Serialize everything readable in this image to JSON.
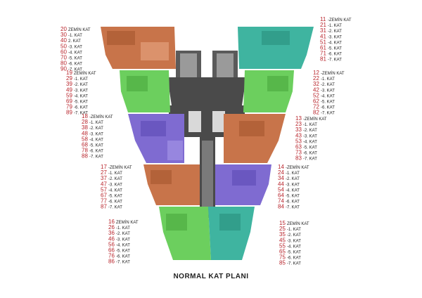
{
  "title": "NORMAL KAT PLANI",
  "colors": {
    "core": "#4a4a4a",
    "orange": "#c8744a",
    "green": "#6ccf5e",
    "purple": "#7f6bd1",
    "teal": "#3fb4a0",
    "label_red": "#b8232a",
    "floor_text": "#222222"
  },
  "stacks": [
    {
      "id": "left-1",
      "color": "orange",
      "entries": [
        {
          "num": "20",
          "floor": "ZEMİN KAT"
        },
        {
          "num": "30",
          "floor": "-1. KAT"
        },
        {
          "num": "40",
          "floor": "2. KAT"
        },
        {
          "num": "50",
          "floor": "-3. KAT"
        },
        {
          "num": "60",
          "floor": "-4. KAT"
        },
        {
          "num": "70",
          "floor": "-5. KAT"
        },
        {
          "num": "80",
          "floor": "-6. KAT"
        },
        {
          "num": "90",
          "floor": "-7. KAT"
        }
      ]
    },
    {
      "id": "left-2",
      "color": "green",
      "entries": [
        {
          "num": "19",
          "floor": "ZEMİN KAT"
        },
        {
          "num": "29",
          "floor": "-1. KAT"
        },
        {
          "num": "39",
          "floor": "-2. KAT"
        },
        {
          "num": "49",
          "floor": "-3. KAT"
        },
        {
          "num": "59",
          "floor": "-4. KAT"
        },
        {
          "num": "69",
          "floor": "-5. KAT"
        },
        {
          "num": "79",
          "floor": "-6. KAT"
        },
        {
          "num": "89",
          "floor": "-7. KAT"
        }
      ]
    },
    {
      "id": "left-3",
      "color": "purple",
      "entries": [
        {
          "num": "18",
          "floor": "-ZEMİN KAT"
        },
        {
          "num": "28",
          "floor": "-1. KAT"
        },
        {
          "num": "38",
          "floor": "-2. KAT"
        },
        {
          "num": "48",
          "floor": "-3. KAT"
        },
        {
          "num": "58",
          "floor": "-4. KAT"
        },
        {
          "num": "68",
          "floor": "-5. KAT"
        },
        {
          "num": "78",
          "floor": "-6. KAT"
        },
        {
          "num": "88",
          "floor": "-7. KAT"
        }
      ]
    },
    {
      "id": "left-4",
      "color": "orange",
      "entries": [
        {
          "num": "17",
          "floor": "-ZEMİN KAT"
        },
        {
          "num": "27",
          "floor": "-1. KAT"
        },
        {
          "num": "37",
          "floor": "-2. KAT"
        },
        {
          "num": "47",
          "floor": "-3. KAT"
        },
        {
          "num": "57",
          "floor": "-4. KAT"
        },
        {
          "num": "67",
          "floor": "-5. KAT"
        },
        {
          "num": "77",
          "floor": "-6. KAT"
        },
        {
          "num": "87",
          "floor": "-7. KAT"
        }
      ]
    },
    {
      "id": "left-5",
      "color": "green",
      "entries": [
        {
          "num": "16",
          "floor": "ZEMİN KAT"
        },
        {
          "num": "26",
          "floor": "-1. KAT"
        },
        {
          "num": "36",
          "floor": "-2. KAT"
        },
        {
          "num": "46",
          "floor": "-3. KAT"
        },
        {
          "num": "56",
          "floor": "-4. KAT"
        },
        {
          "num": "66",
          "floor": "-5. KAT"
        },
        {
          "num": "76",
          "floor": "-6. KAT"
        },
        {
          "num": "86",
          "floor": "-7. KAT"
        }
      ]
    },
    {
      "id": "right-1",
      "color": "teal",
      "entries": [
        {
          "num": "11",
          "floor": "-ZEMİN KAT"
        },
        {
          "num": "21",
          "floor": "-1. KAT"
        },
        {
          "num": "31",
          "floor": "-2. KAT"
        },
        {
          "num": "41",
          "floor": "-3. KAT"
        },
        {
          "num": "51",
          "floor": "-4. KAT"
        },
        {
          "num": "61",
          "floor": "-5. KAT"
        },
        {
          "num": "71",
          "floor": "-6. KAT"
        },
        {
          "num": "81",
          "floor": "-7. KAT"
        }
      ]
    },
    {
      "id": "right-2",
      "color": "green",
      "entries": [
        {
          "num": "12",
          "floor": "-ZEMİN KAT"
        },
        {
          "num": "22",
          "floor": "-1. KAT"
        },
        {
          "num": "32",
          "floor": "-2. KAT"
        },
        {
          "num": "42",
          "floor": "-3. KAT"
        },
        {
          "num": "52",
          "floor": "-4. KAT"
        },
        {
          "num": "62",
          "floor": "-5. KAT"
        },
        {
          "num": "72",
          "floor": "-6. KAT"
        },
        {
          "num": "82",
          "floor": "-7. KAT"
        }
      ]
    },
    {
      "id": "right-3",
      "color": "orange",
      "entries": [
        {
          "num": "13",
          "floor": "-ZEMİN KAT"
        },
        {
          "num": "23",
          "floor": "-1. KAT"
        },
        {
          "num": "33",
          "floor": "-2. KAT"
        },
        {
          "num": "43",
          "floor": "-3. KAT"
        },
        {
          "num": "53",
          "floor": "-4. KAT"
        },
        {
          "num": "63",
          "floor": "-5. KAT"
        },
        {
          "num": "73",
          "floor": "-6. KAT"
        },
        {
          "num": "83",
          "floor": "-7. KAT"
        }
      ]
    },
    {
      "id": "right-4",
      "color": "purple",
      "entries": [
        {
          "num": "14",
          "floor": "-ZEMİN KAT"
        },
        {
          "num": "24",
          "floor": "-1. KAT"
        },
        {
          "num": "34",
          "floor": "-2. KAT"
        },
        {
          "num": "44",
          "floor": "-3. KAT"
        },
        {
          "num": "54",
          "floor": "-4. KAT"
        },
        {
          "num": "64",
          "floor": "-5. KAT"
        },
        {
          "num": "74",
          "floor": "-6. KAT"
        },
        {
          "num": "84",
          "floor": "-7. KAT"
        }
      ]
    },
    {
      "id": "right-5",
      "color": "teal",
      "entries": [
        {
          "num": "15",
          "floor": "ZEMİN KAT"
        },
        {
          "num": "25",
          "floor": "-1. KAT"
        },
        {
          "num": "35",
          "floor": "-2. KAT"
        },
        {
          "num": "45",
          "floor": "-3. KAT"
        },
        {
          "num": "55",
          "floor": "-4. KAT"
        },
        {
          "num": "65",
          "floor": "-5. KAT"
        },
        {
          "num": "75",
          "floor": "-6. KAT"
        },
        {
          "num": "85",
          "floor": "-7. KAT"
        }
      ]
    }
  ]
}
